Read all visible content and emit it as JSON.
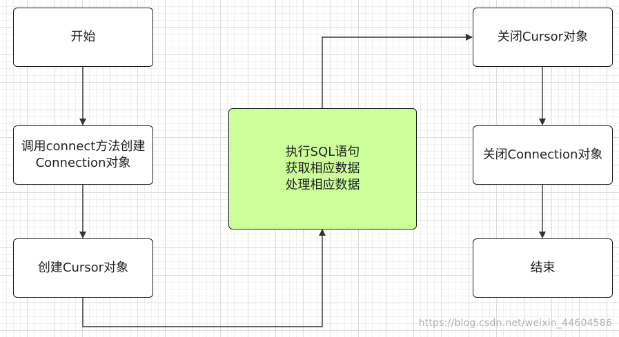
{
  "diagram": {
    "nodes": {
      "start": "开始",
      "connect": "调用connect方法创建Connection对象",
      "cursor": "创建Cursor对象",
      "execute": "执行SQL语句\n获取相应数据\n处理相应数据",
      "close_cursor": "关闭Cursor对象",
      "close_connection": "关闭Connection对象",
      "end": "结束"
    },
    "edges": [
      {
        "from": "start",
        "to": "connect"
      },
      {
        "from": "connect",
        "to": "cursor"
      },
      {
        "from": "cursor",
        "to": "execute"
      },
      {
        "from": "execute",
        "to": "close_cursor"
      },
      {
        "from": "close_cursor",
        "to": "close_connection"
      },
      {
        "from": "close_connection",
        "to": "end"
      }
    ],
    "highlight_color": "#ccff99",
    "line_color": "#333333"
  },
  "watermark": "https://blog.csdn.net/weixin_44604586"
}
